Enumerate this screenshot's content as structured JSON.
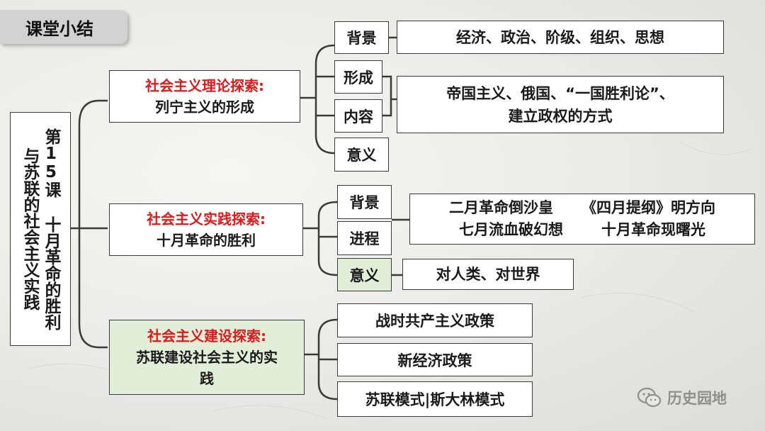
{
  "header": {
    "title": "课堂小结"
  },
  "root": {
    "line1": "第15课 十月革命的胜利",
    "line2": "与苏联的社会主义实践"
  },
  "branches": [
    {
      "title": "社会主义理论探索:",
      "subtitle": "列宁主义的形成"
    },
    {
      "title": "社会主义实践探索:",
      "subtitle": "十月革命的胜利"
    },
    {
      "title": "社会主义建设探索:",
      "subtitle": "苏联建设社会主义的实践"
    }
  ],
  "theory": {
    "items": [
      "背景",
      "形成",
      "内容",
      "意义"
    ],
    "background_text": "经济、政治、阶级、组织、思想",
    "content_line1": "帝国主义、俄国、“一国胜利论”、",
    "content_line2": "建立政权的方式"
  },
  "practice": {
    "items": [
      "背景",
      "进程",
      "意义"
    ],
    "process_line1_a": "二月革命倒沙皇",
    "process_line1_b": "《四月提纲》明方向",
    "process_line2_a": "七月流血破幻想",
    "process_line2_b": "十月革命现曙光",
    "significance_text": "对人类、对世界"
  },
  "construction": {
    "items": [
      "战时共产主义政策",
      "新经济政策",
      "苏联模式|斯大林模式"
    ]
  },
  "watermark": {
    "text": "历史园地",
    "icon": "wechat-icon"
  },
  "colors": {
    "highlight_red": "#e0191b",
    "green_fill": "#e3eed9",
    "title_tab": "#d2d2d2"
  }
}
